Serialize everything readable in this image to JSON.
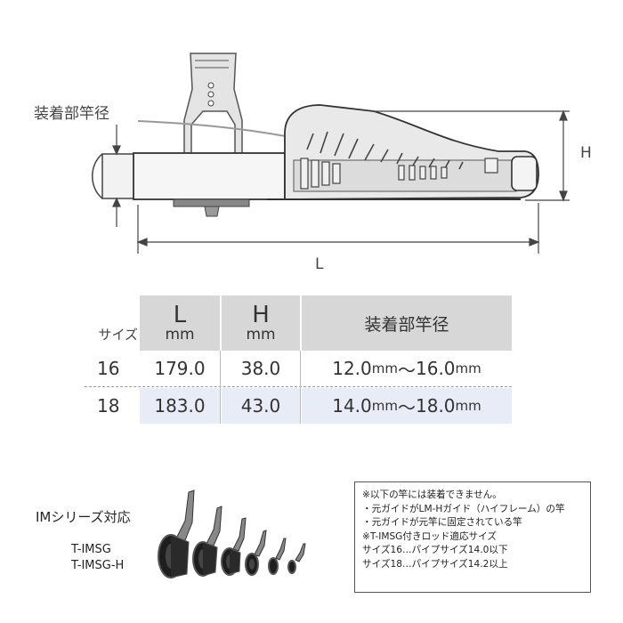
{
  "diagram": {
    "callout_label": "装着部竿径",
    "dim_h_label": "H",
    "dim_l_label": "L"
  },
  "table": {
    "size_header": "サイズ",
    "columns": [
      {
        "label": "L",
        "unit": "mm"
      },
      {
        "label": "H",
        "unit": "mm"
      },
      {
        "label": "装着部竿径"
      }
    ],
    "rows": [
      {
        "size": "16",
        "L": "179.0",
        "H": "38.0",
        "range_from": "12.0",
        "range_to": "16.0",
        "unit": "mm",
        "sep": "〜",
        "highlight": false
      },
      {
        "size": "18",
        "L": "183.0",
        "H": "43.0",
        "range_from": "14.0",
        "range_to": "18.0",
        "unit": "mm",
        "sep": "〜",
        "highlight": true
      }
    ]
  },
  "series": {
    "title": "IMシリーズ対応",
    "models": [
      "T-IMSG",
      "T-IMSG-H"
    ]
  },
  "notes": {
    "lines": [
      "※以下の竿には装着できません。",
      "・元ガイドがLM-Hガイド（ハイフレーム）の竿",
      "・元ガイドが元竿に固定されている竿",
      "※T-IMSG付きロッド適応サイズ",
      "サイズ16…パイプサイズ14.0以下",
      "サイズ18…パイプサイズ14.2以上"
    ]
  }
}
